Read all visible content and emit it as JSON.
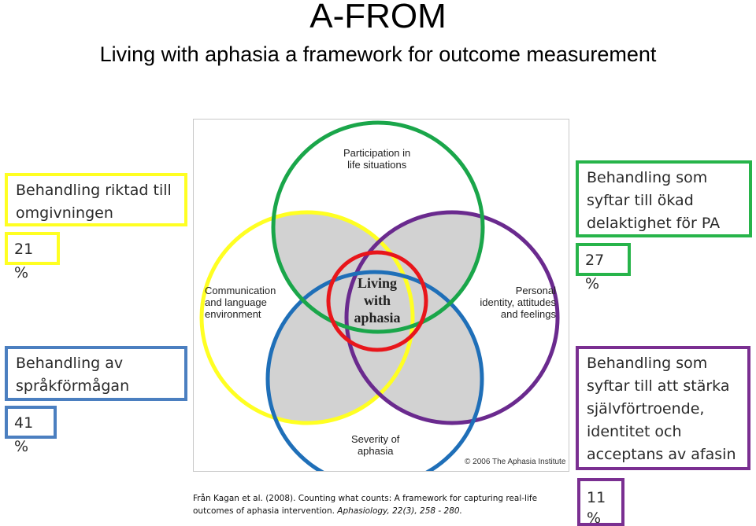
{
  "header": {
    "title": "A-FROM",
    "subtitle": "Living with aphasia   a framework for outcome measurement"
  },
  "left_boxes": [
    {
      "label": "Behandling riktad till omgivningen",
      "percent": "21 %",
      "color": "#ffff22"
    },
    {
      "label": "Behandling av språkförmågan",
      "percent": "41 %",
      "color": "#4b7fc0"
    }
  ],
  "right_boxes": [
    {
      "label": "Behandling som syftar till ökad delaktighet för PA",
      "percent": "27 %",
      "color": "#27b44a"
    },
    {
      "label": "Behandling som syftar till att stärka självförtroende, identitet  och acceptans av afasin",
      "percent": "11 %",
      "color": "#7a2f91"
    }
  ],
  "diagram": {
    "participation": [
      "Participation in",
      "life situations"
    ],
    "communication": [
      "Communication",
      "and language",
      "environment"
    ],
    "personal": [
      "Personal",
      "identity, attitudes",
      "and feelings"
    ],
    "severity": [
      "Severity of",
      "aphasia"
    ],
    "center": [
      "Living",
      "with",
      "aphasia"
    ],
    "copyright": "© 2006 The Aphasia Institute",
    "colors": {
      "participation": "#1aa64a",
      "communication": "#ffff22",
      "personal": "#6a2a8e",
      "severity": "#1f6fb8",
      "center": "#e8161b"
    }
  },
  "citation": {
    "text": "Från Kagan et al. (2008). Counting what counts: A framework for capturing real-life outcomes of aphasia intervention. ",
    "journal": "Aphasiology, 22(3), 258 - 280."
  }
}
